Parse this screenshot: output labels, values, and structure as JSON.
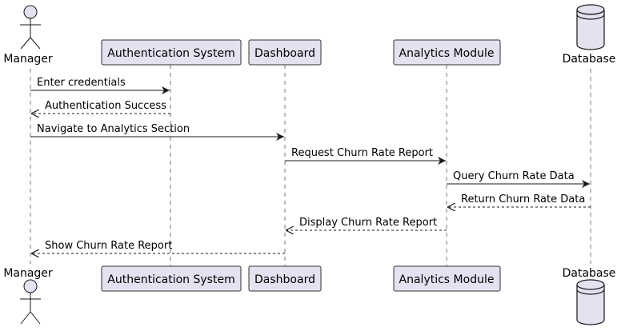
{
  "participants": {
    "manager": {
      "label": "Manager",
      "kind": "actor"
    },
    "auth": {
      "label": "Authentication System",
      "kind": "box"
    },
    "dashboard": {
      "label": "Dashboard",
      "kind": "box"
    },
    "analytics": {
      "label": "Analytics Module",
      "kind": "box"
    },
    "database": {
      "label": "Database",
      "kind": "database"
    }
  },
  "messages": [
    {
      "from": "manager",
      "to": "auth",
      "text": "Enter credentials",
      "style": "solid"
    },
    {
      "from": "auth",
      "to": "manager",
      "text": "Authentication Success",
      "style": "dashed"
    },
    {
      "from": "manager",
      "to": "dashboard",
      "text": "Navigate to Analytics Section",
      "style": "solid"
    },
    {
      "from": "dashboard",
      "to": "analytics",
      "text": "Request Churn Rate Report",
      "style": "solid"
    },
    {
      "from": "analytics",
      "to": "database",
      "text": "Query Churn Rate Data",
      "style": "solid"
    },
    {
      "from": "database",
      "to": "analytics",
      "text": "Return Churn Rate Data",
      "style": "dashed"
    },
    {
      "from": "analytics",
      "to": "dashboard",
      "text": "Display Churn Rate Report",
      "style": "dashed"
    },
    {
      "from": "dashboard",
      "to": "manager",
      "text": "Show Churn Rate Report",
      "style": "dashed"
    }
  ],
  "colors": {
    "participant_fill": "#E2E2F0",
    "participant_border": "#333333",
    "line": "#181818"
  }
}
